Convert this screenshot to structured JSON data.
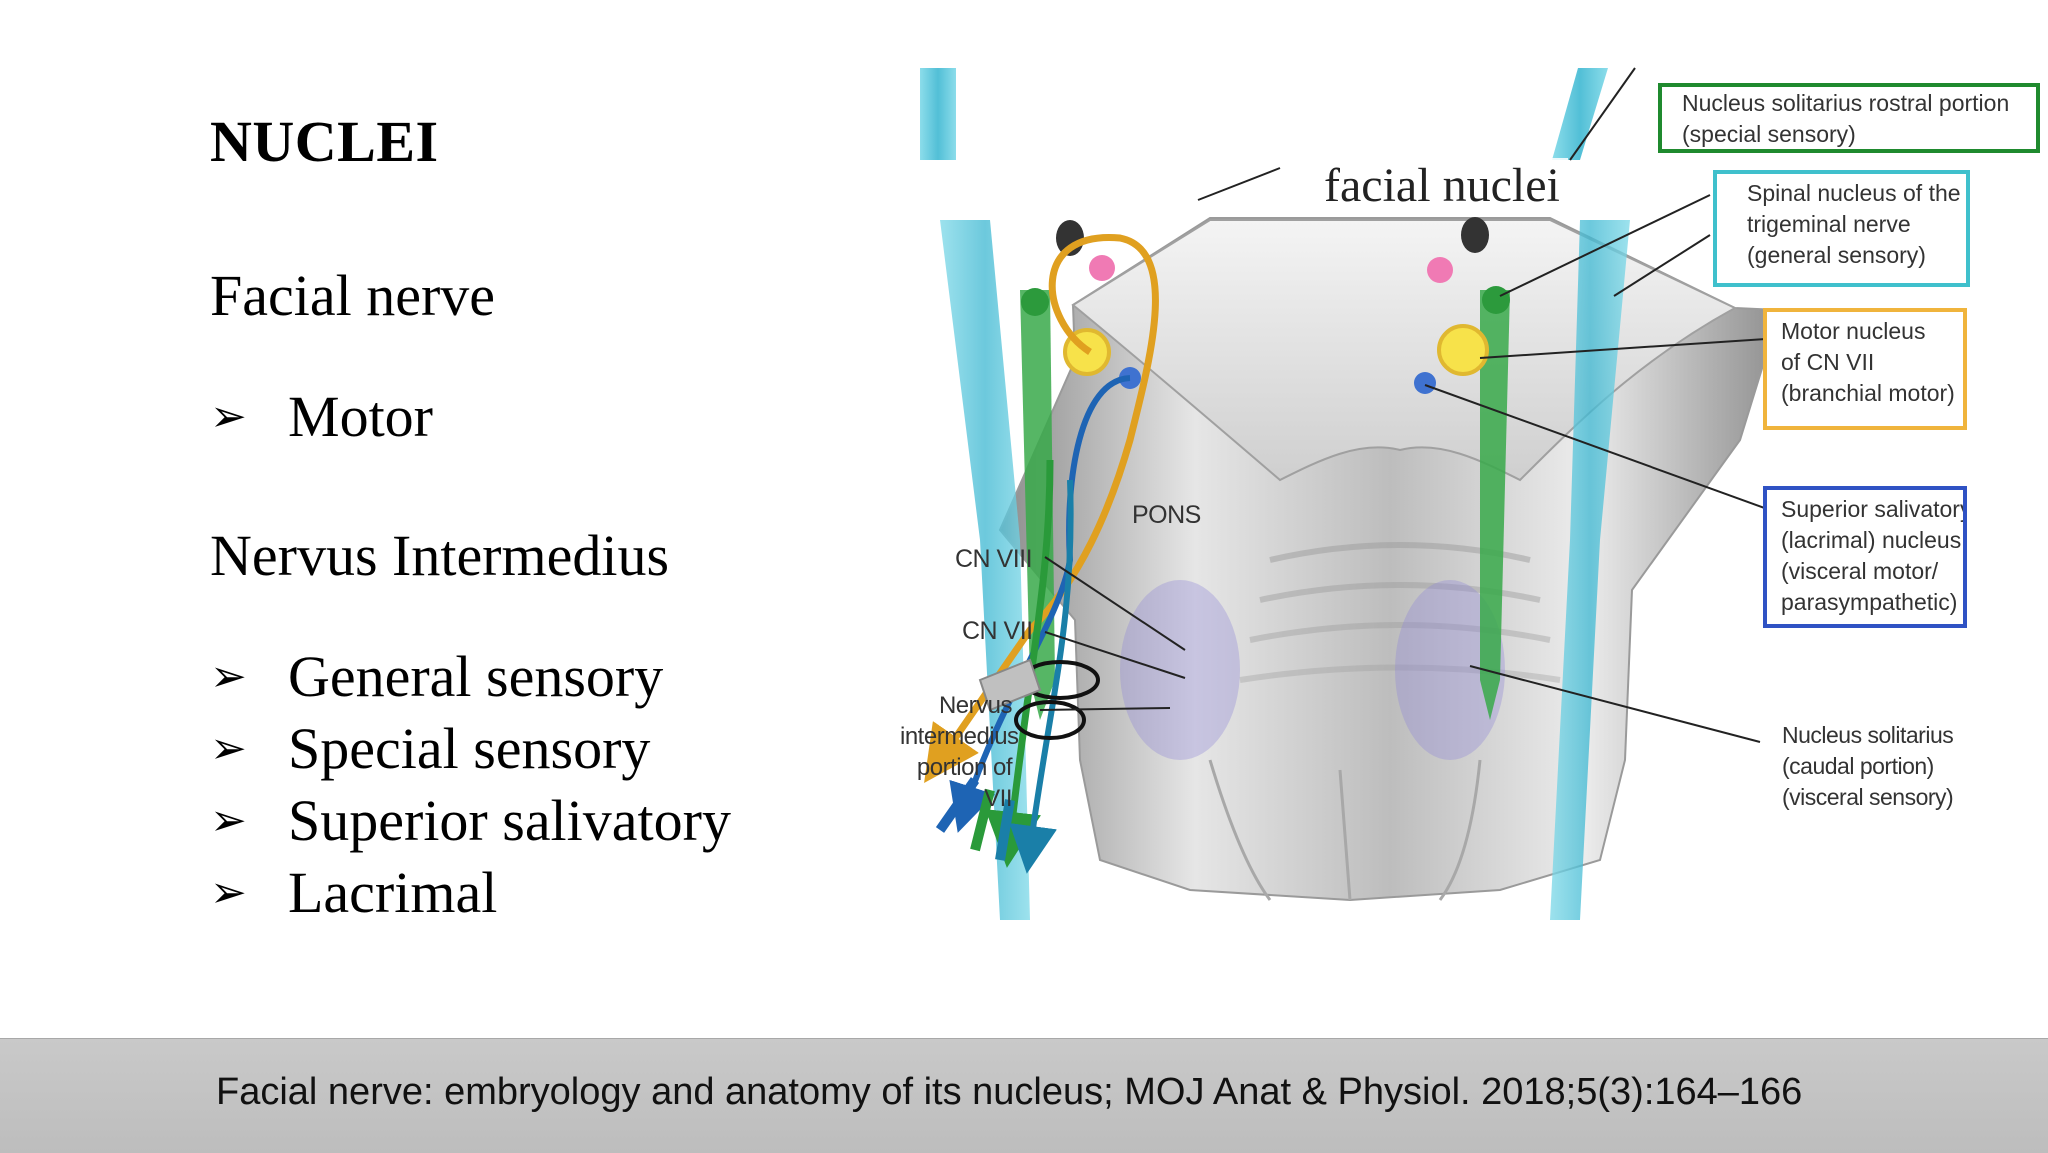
{
  "slide": {
    "heading": "NUCLEI",
    "section1": {
      "title": "Facial nerve",
      "bullets": [
        "Motor"
      ]
    },
    "section2": {
      "title": "Nervus Intermedius",
      "bullets": [
        "General sensory",
        "Special sensory",
        "Superior salivatory",
        "Lacrimal"
      ]
    },
    "bullet_glyph": "➢"
  },
  "figure": {
    "title": "facial nuclei",
    "labels": {
      "pons": "PONS",
      "cn8": "CN VIII",
      "cn7": "CN VII",
      "nervus": [
        "Nervus",
        "intermedius",
        "portion of VII"
      ]
    },
    "boxes": [
      {
        "lines": [
          "Nucleus solitarius rostral portion",
          "(special sensory)"
        ],
        "color": "#1f8a2e"
      },
      {
        "lines": [
          "Spinal nucleus of the",
          "trigeminal nerve",
          "(general sensory)"
        ],
        "color": "#3fc0cc"
      },
      {
        "lines": [
          "Motor nucleus",
          "of CN VII",
          "(branchial motor)"
        ],
        "color": "#f0b43c"
      },
      {
        "lines": [
          "Superior salivatory",
          "(lacrimal) nucleus",
          "(visceral motor/",
          "parasympathetic)"
        ],
        "color": "#2f52c4"
      }
    ],
    "unboxed": [
      "Nucleus solitarius",
      "(caudal portion)",
      "(visceral sensory)"
    ]
  },
  "footer": {
    "citation": "Facial nerve: embryology and anatomy of its nucleus; MOJ Anat & Physiol. 2018;5(3):164–166"
  }
}
